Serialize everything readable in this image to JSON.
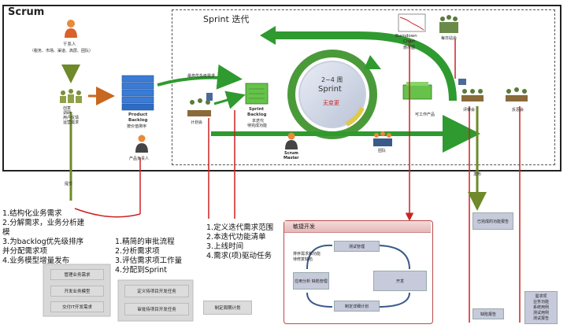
{
  "title_scrum": "Scrum",
  "title_sprint": "Sprint 迭代",
  "stakeholder": {
    "label": "干系人",
    "sub": "（税务、市场、渠道、高层、团队）"
  },
  "input_sources": [
    "创意",
    "调研",
    "用户反馈",
    "运营需求"
  ],
  "product_backlog": {
    "label": "Product",
    "label2": "Backlog",
    "sub": "按价值排序"
  },
  "product_owner": "产品负责人",
  "prioritize_note": "最高优先级需求",
  "planning_meeting": "计划会",
  "sprint_backlog": {
    "label": "Sprint",
    "label2": "Backlog",
    "sub1": "本迭代",
    "sub2": "待完成功能"
  },
  "cycle": {
    "weeks": "2~4 周",
    "sprint": "Sprint",
    "nochange": "无变更"
  },
  "burndown": {
    "label": "Burndown",
    "label2": "Chart",
    "sub": "燃尽图"
  },
  "daily_standup": "每日站会",
  "scrum_master": {
    "label": "Scrum",
    "label2": "Master"
  },
  "team": "团队",
  "shippable": "可工作产品",
  "review_meeting": "评审会",
  "retro_meeting": "反思会",
  "submit_label": "提交",
  "approve_label": "发布",
  "note_left": "1.结构化业务需求\n2.分解需求，业务分析建模\n3.为backlog优先级排序并分配需求项\n4.业务模型增量发布",
  "left_boxes": [
    "管理业务需求",
    "开发业务模型",
    "交付IT开发需求"
  ],
  "note_mid": "1.精简的审批流程\n2.分析需求项\n3.评估需求项工作量\n4.分配到Sprint",
  "mid_boxes": [
    "定义待项目开发任务",
    "审批待项目开发任务"
  ],
  "note_sprint": "1.定义迭代需求范围\n2.本迭代功能清单\n3.上线时间\n4.需求(项)驱动任务",
  "iter_plan_box": "制定周期计划",
  "agile": {
    "header": "敏捷开发",
    "test_mgmt": "测试管理",
    "rank": "排序需求和功能\n待修复缺陷",
    "app_analysis": "应用分析\n缺陷管理",
    "dev": "开发",
    "plan": "制定详细计划"
  },
  "right_tags": {
    "done_features": "已完成的功能报告",
    "defect_report": "缺陷报告",
    "stack": "需求项\n业务功能\n系统用例\n测试用例\n测试报告"
  }
}
